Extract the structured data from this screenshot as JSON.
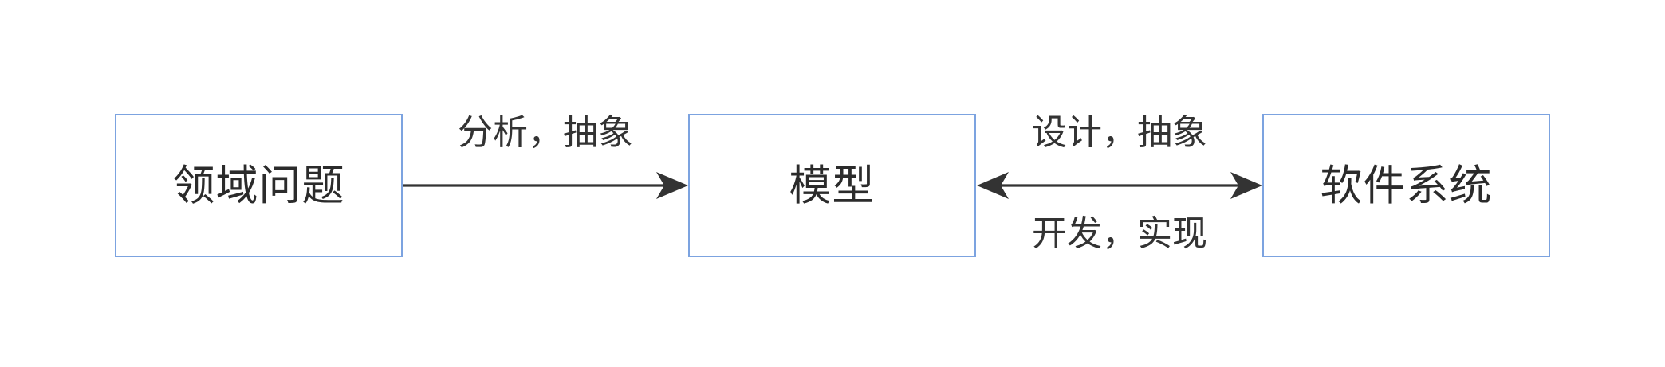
{
  "diagram": {
    "title": "",
    "background_color": "#ffffff",
    "box_border_color": "#7ca3e0",
    "text_color": "#2b2b2b",
    "edge_color": "#333333",
    "nodes": [
      {
        "id": "domain-problem",
        "label": "领域问题"
      },
      {
        "id": "model",
        "label": "模型"
      },
      {
        "id": "software-system",
        "label": "软件系统"
      }
    ],
    "edges": [
      {
        "id": "problem-to-model",
        "from": "domain-problem",
        "to": "model",
        "direction": "forward",
        "labels": [
          "分析，抽象"
        ]
      },
      {
        "id": "model-to-software",
        "from": "model",
        "to": "software-system",
        "direction": "both",
        "labels": [
          "设计，抽象",
          "开发，实现"
        ]
      }
    ],
    "labels": {
      "analyze_abstract": "分析，抽象",
      "design_abstract": "设计，抽象",
      "develop_realize": "开发，实现"
    }
  }
}
